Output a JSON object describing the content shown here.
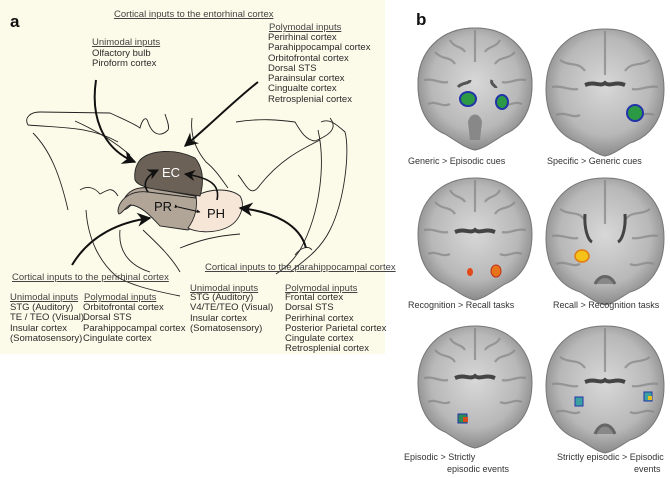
{
  "panel_a": {
    "letter": "a",
    "entorhinal": {
      "title": "Cortical inputs to the entorhinal cortex",
      "unimodal_title": "Unimodal inputs",
      "unimodal": [
        "Olfactory bulb",
        "Piroform cortex"
      ],
      "polymodal_title": "Polymodal inputs",
      "polymodal": [
        "Perirhinal cortex",
        "Parahippocampal cortex",
        "Orbitofrontal cortex",
        "Dorsal STS",
        "Parainsular cortex",
        "Cingualte cortex",
        "Retrosplenial cortex"
      ]
    },
    "regions": {
      "ec": "EC",
      "pr": "PR",
      "ph": "PH"
    },
    "region_colors": {
      "ec": "#6b6157",
      "pr": "#b0a597",
      "ph": "#f5e6d8"
    },
    "perirhinal": {
      "title": "Cortical inputs to the perirhinal cortex",
      "unimodal_title": "Unimodal inputs",
      "unimodal": [
        "STG (Auditory)",
        "TE / TEO (Visual)",
        "Insular cortex",
        "(Somatosensory)"
      ],
      "polymodal_title": "Polymodal inputs",
      "polymodal": [
        "Orbitofrontal cortex",
        "Dorsal STS",
        "Parahippocampal cortex",
        "Cingulate cortex"
      ]
    },
    "parahippocampal": {
      "title": "Cortical inputs to the parahippocampal cortex",
      "unimodal_title": "Unimodal inputs",
      "unimodal": [
        "STG (Auditory)",
        "V4/TE/TEO (Visual)",
        "Insular cortex",
        "(Somatosensory)"
      ],
      "polymodal_title": "Polymodal inputs",
      "polymodal": [
        "Frontal cortex",
        "Dorsal STS",
        "Perirhinal cortex",
        "Posterior Parietal cortex",
        "Cingulate cortex",
        "Retrosplenial cortex"
      ]
    }
  },
  "panel_b": {
    "letter": "b",
    "images": [
      {
        "caption": "Generic > Episodic cues",
        "activation": "blue-green"
      },
      {
        "caption": "Specific > Generic cues",
        "activation": "blue-green"
      },
      {
        "caption": "Recognition > Recall tasks",
        "activation": "orange"
      },
      {
        "caption": "Recall > Recognition tasks",
        "activation": "yellow-orange"
      },
      {
        "caption_line1": "Episodic > Strictly",
        "caption_line2": "episodic events",
        "activation": "mixed"
      },
      {
        "caption_line1": "Strictly episodic > Episodic",
        "caption_line2": "events",
        "activation": "blue-green"
      }
    ]
  }
}
